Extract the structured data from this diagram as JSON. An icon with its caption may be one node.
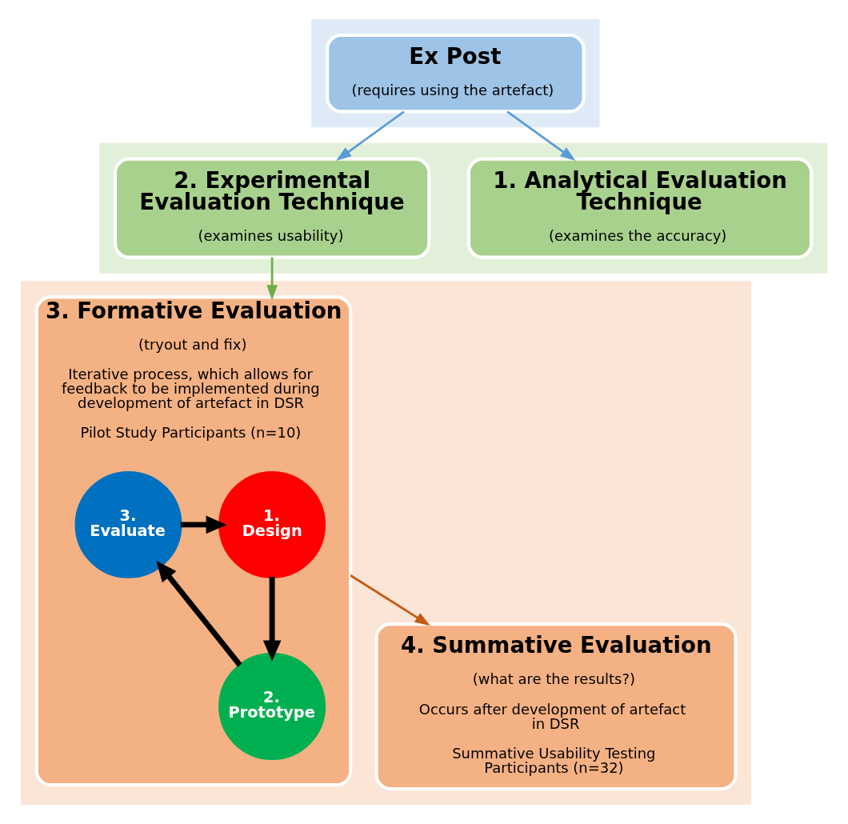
{
  "diagram": {
    "nodes": [
      {
        "text": [],
        "shape": "band"
      },
      {
        "text": [
          "Ex Post",
          "(requires using the artefact)"
        ],
        "in": 0
      },
      {
        "text": [],
        "shape": "band"
      },
      {
        "text": [
          "1. Analytical Evaluation Technique",
          "(examines the accuracy)"
        ],
        "in": 2
      },
      {
        "text": [
          "2. Experimental Evaluation Technique",
          "(examines usability)"
        ],
        "in": 2
      },
      {
        "text": [],
        "shape": "band"
      },
      {
        "text": [
          "3. Formative Evaluation",
          "(tryout and fix)",
          "Iterative process, which allows for feedback to be implemented during development of artefact in DSR",
          "Pilot Study Participants (n=10)"
        ],
        "in": 5
      },
      {
        "text": [
          "1. Design"
        ],
        "in": 6
      },
      {
        "text": [
          "2. Prototype"
        ],
        "in": 6
      },
      {
        "text": [
          "3. Evaluate"
        ],
        "in": 6
      },
      {
        "text": [
          "4. Summative Evaluation",
          "(what are the results?)",
          "Occurs after development of artefact in DSR",
          "Summative Usability Testing Participants (n=32)"
        ],
        "in": 5
      }
    ],
    "edges": [
      {
        "from": 1,
        "to": 3,
        "arrow": "to",
        "color": "#5b9bd5"
      },
      {
        "from": 1,
        "to": 4,
        "arrow": "to",
        "color": "#5b9bd5"
      },
      {
        "from": 4,
        "to": 6,
        "arrow": "to",
        "color": "#70ad47"
      },
      {
        "from": 9,
        "to": 7,
        "arrow": "to",
        "style": "thick",
        "color": "#000000"
      },
      {
        "from": 7,
        "to": 8,
        "arrow": "to",
        "style": "thick",
        "color": "#000000"
      },
      {
        "from": 8,
        "to": 9,
        "arrow": "to",
        "style": "thick",
        "color": "#000000"
      },
      {
        "from": 6,
        "to": 10,
        "arrow": "to",
        "color": "#c55a11"
      }
    ]
  }
}
